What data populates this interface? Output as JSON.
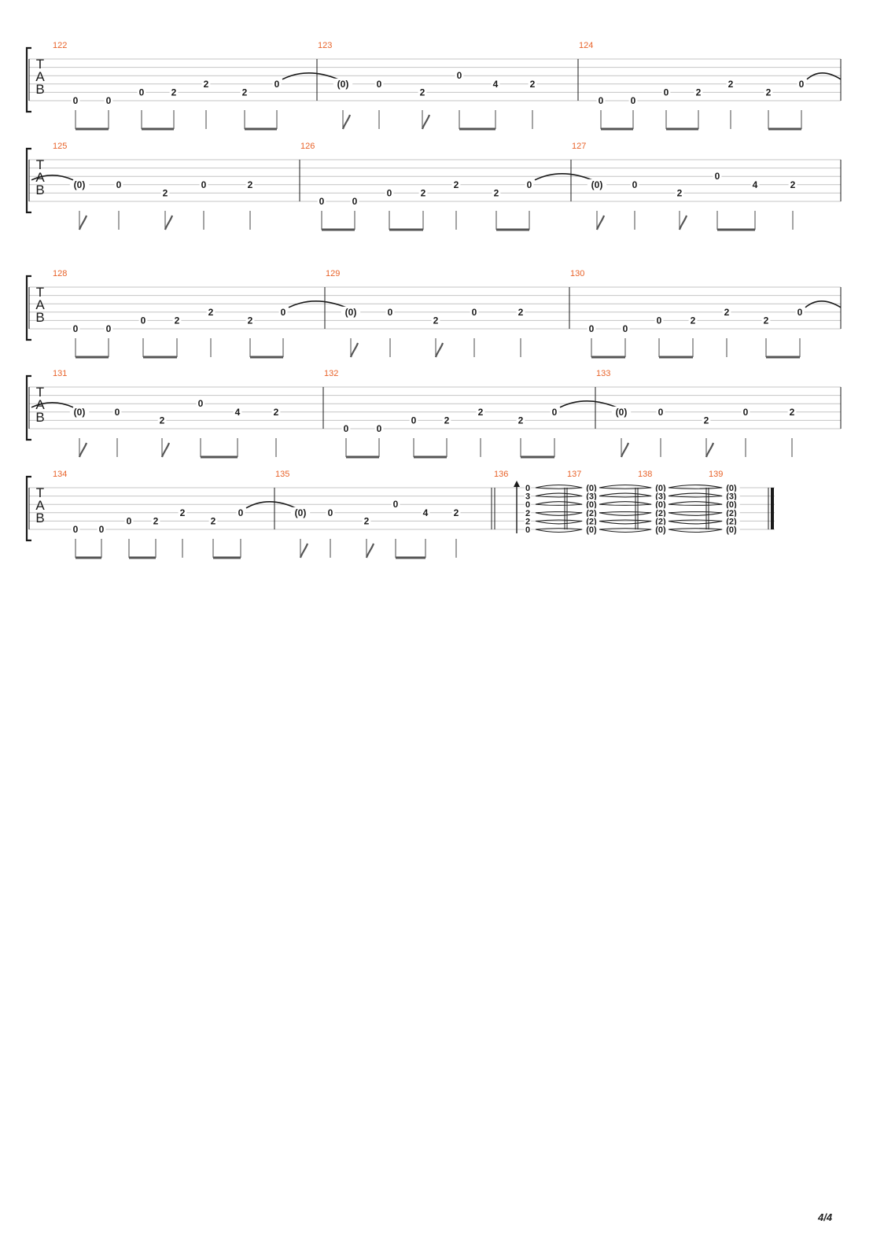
{
  "page": {
    "number": "4/4"
  },
  "tab_clef": [
    "T",
    "A",
    "B"
  ],
  "colors": {
    "measure_number": "#e8632a",
    "staff_line": "#c4c4c4",
    "ink": "#1a1a1a",
    "stem": "#666666",
    "beam": "#555555"
  },
  "systems": [
    {
      "measures": [
        {
          "number": "122",
          "notes": [
            {
              "fret": "0",
              "string": 5,
              "beam": true
            },
            {
              "fret": "0",
              "string": 5,
              "beam": true
            },
            {
              "fret": "0",
              "string": 4,
              "beam": true
            },
            {
              "fret": "2",
              "string": 4,
              "beam": true
            },
            {
              "fret": "2",
              "string": 3
            },
            {
              "fret": "2",
              "string": 4,
              "beam": true
            },
            {
              "fret": "0",
              "string": 3,
              "beam": true,
              "tie_next": true
            }
          ]
        },
        {
          "number": "123",
          "notes": [
            {
              "fret": "(0)",
              "string": 3,
              "flag": true
            },
            {
              "fret": "0",
              "string": 3
            },
            {
              "fret": "2",
              "string": 4,
              "flag": true
            },
            {
              "fret": "0",
              "string": 2,
              "beam": true
            },
            {
              "fret": "4",
              "string": 3,
              "beam": true
            },
            {
              "fret": "2",
              "string": 3
            }
          ]
        },
        {
          "number": "124",
          "notes": [
            {
              "fret": "0",
              "string": 5,
              "beam": true
            },
            {
              "fret": "0",
              "string": 5,
              "beam": true
            },
            {
              "fret": "0",
              "string": 4,
              "beam": true
            },
            {
              "fret": "2",
              "string": 4,
              "beam": true
            },
            {
              "fret": "2",
              "string": 3
            },
            {
              "fret": "2",
              "string": 4,
              "beam": true
            },
            {
              "fret": "0",
              "string": 3,
              "beam": true,
              "tie_next": true
            }
          ]
        }
      ]
    },
    {
      "measures": [
        {
          "number": "125",
          "notes": [
            {
              "fret": "(0)",
              "string": 3,
              "flag": true
            },
            {
              "fret": "0",
              "string": 3
            },
            {
              "fret": "2",
              "string": 4,
              "flag": true
            },
            {
              "fret": "0",
              "string": 3
            },
            {
              "fret": "2",
              "string": 3
            }
          ]
        },
        {
          "number": "126",
          "notes": [
            {
              "fret": "0",
              "string": 5,
              "beam": true
            },
            {
              "fret": "0",
              "string": 5,
              "beam": true
            },
            {
              "fret": "0",
              "string": 4,
              "beam": true
            },
            {
              "fret": "2",
              "string": 4,
              "beam": true
            },
            {
              "fret": "2",
              "string": 3
            },
            {
              "fret": "2",
              "string": 4,
              "beam": true
            },
            {
              "fret": "0",
              "string": 3,
              "beam": true,
              "tie_next": true
            }
          ]
        },
        {
          "number": "127",
          "notes": [
            {
              "fret": "(0)",
              "string": 3,
              "flag": true
            },
            {
              "fret": "0",
              "string": 3
            },
            {
              "fret": "2",
              "string": 4,
              "flag": true
            },
            {
              "fret": "0",
              "string": 2,
              "beam": true
            },
            {
              "fret": "4",
              "string": 3,
              "beam": true
            },
            {
              "fret": "2",
              "string": 3
            }
          ]
        }
      ]
    },
    {
      "measures": [
        {
          "number": "128",
          "notes": [
            {
              "fret": "0",
              "string": 5,
              "beam": true
            },
            {
              "fret": "0",
              "string": 5,
              "beam": true
            },
            {
              "fret": "0",
              "string": 4,
              "beam": true
            },
            {
              "fret": "2",
              "string": 4,
              "beam": true
            },
            {
              "fret": "2",
              "string": 3
            },
            {
              "fret": "2",
              "string": 4,
              "beam": true
            },
            {
              "fret": "0",
              "string": 3,
              "beam": true,
              "tie_next": true
            }
          ]
        },
        {
          "number": "129",
          "notes": [
            {
              "fret": "(0)",
              "string": 3,
              "flag": true
            },
            {
              "fret": "0",
              "string": 3
            },
            {
              "fret": "2",
              "string": 4,
              "flag": true
            },
            {
              "fret": "0",
              "string": 3
            },
            {
              "fret": "2",
              "string": 3
            }
          ]
        },
        {
          "number": "130",
          "notes": [
            {
              "fret": "0",
              "string": 5,
              "beam": true
            },
            {
              "fret": "0",
              "string": 5,
              "beam": true
            },
            {
              "fret": "0",
              "string": 4,
              "beam": true
            },
            {
              "fret": "2",
              "string": 4,
              "beam": true
            },
            {
              "fret": "2",
              "string": 3
            },
            {
              "fret": "2",
              "string": 4,
              "beam": true
            },
            {
              "fret": "0",
              "string": 3,
              "beam": true,
              "tie_next": true
            }
          ]
        }
      ]
    },
    {
      "measures": [
        {
          "number": "131",
          "notes": [
            {
              "fret": "(0)",
              "string": 3,
              "flag": true
            },
            {
              "fret": "0",
              "string": 3
            },
            {
              "fret": "2",
              "string": 4,
              "flag": true
            },
            {
              "fret": "0",
              "string": 2,
              "beam": true
            },
            {
              "fret": "4",
              "string": 3,
              "beam": true
            },
            {
              "fret": "2",
              "string": 3
            }
          ]
        },
        {
          "number": "132",
          "notes": [
            {
              "fret": "0",
              "string": 5,
              "beam": true
            },
            {
              "fret": "0",
              "string": 5,
              "beam": true
            },
            {
              "fret": "0",
              "string": 4,
              "beam": true
            },
            {
              "fret": "2",
              "string": 4,
              "beam": true
            },
            {
              "fret": "2",
              "string": 3
            },
            {
              "fret": "2",
              "string": 4,
              "beam": true
            },
            {
              "fret": "0",
              "string": 3,
              "beam": true,
              "tie_next": true
            }
          ]
        },
        {
          "number": "133",
          "notes": [
            {
              "fret": "(0)",
              "string": 3,
              "flag": true
            },
            {
              "fret": "0",
              "string": 3
            },
            {
              "fret": "2",
              "string": 4,
              "flag": true
            },
            {
              "fret": "0",
              "string": 3
            },
            {
              "fret": "2",
              "string": 3
            }
          ]
        }
      ]
    },
    {
      "measures": [
        {
          "number": "134",
          "notes": [
            {
              "fret": "0",
              "string": 5,
              "beam": true
            },
            {
              "fret": "0",
              "string": 5,
              "beam": true
            },
            {
              "fret": "0",
              "string": 4,
              "beam": true
            },
            {
              "fret": "2",
              "string": 4,
              "beam": true
            },
            {
              "fret": "2",
              "string": 3
            },
            {
              "fret": "2",
              "string": 4,
              "beam": true
            },
            {
              "fret": "0",
              "string": 3,
              "beam": true,
              "tie_next": true
            }
          ]
        },
        {
          "number": "135",
          "notes": [
            {
              "fret": "(0)",
              "string": 3,
              "flag": true
            },
            {
              "fret": "0",
              "string": 3
            },
            {
              "fret": "2",
              "string": 4,
              "flag": true
            },
            {
              "fret": "0",
              "string": 2,
              "beam": true
            },
            {
              "fret": "4",
              "string": 3,
              "beam": true
            },
            {
              "fret": "2",
              "string": 3
            }
          ]
        },
        {
          "number": "136",
          "chord": [
            "0",
            "3",
            "0",
            "2",
            "2",
            "0"
          ],
          "strum_up": true,
          "tie_next": true
        },
        {
          "number": "137",
          "chord": [
            "(0)",
            "(3)",
            "(0)",
            "(2)",
            "(2)",
            "(0)"
          ],
          "tie_next": true
        },
        {
          "number": "138",
          "chord": [
            "(0)",
            "(3)",
            "(0)",
            "(2)",
            "(2)",
            "(0)"
          ],
          "tie_next": true
        },
        {
          "number": "139",
          "chord": [
            "(0)",
            "(3)",
            "(0)",
            "(2)",
            "(2)",
            "(0)"
          ],
          "final": true
        }
      ]
    }
  ]
}
